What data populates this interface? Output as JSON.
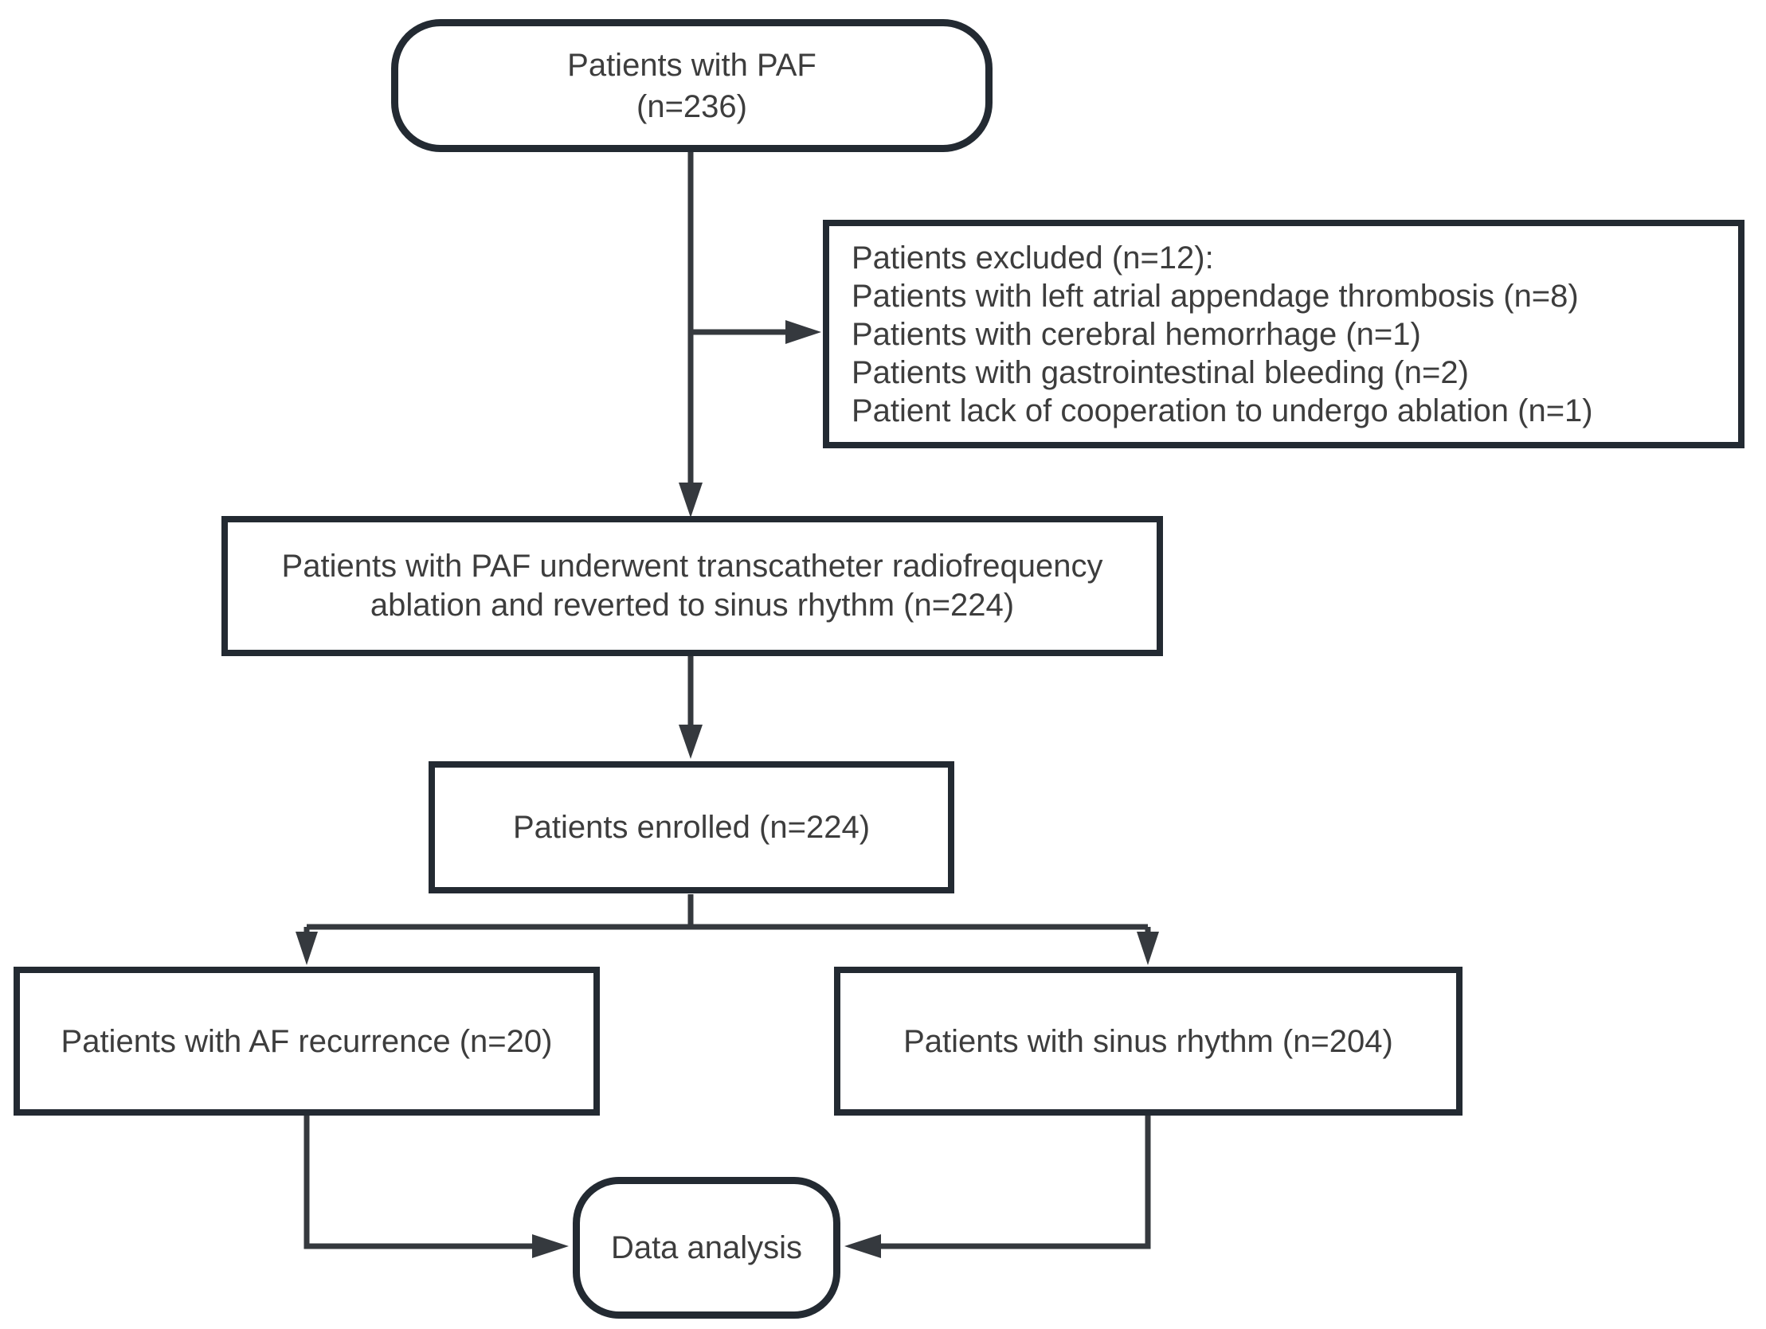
{
  "nodes": {
    "paf": {
      "lines": [
        "Patients with PAF",
        "(n=236)"
      ]
    },
    "excluded": {
      "lines": [
        "Patients excluded (n=12):",
        "Patients with left atrial appendage thrombosis (n=8)",
        "Patients with cerebral hemorrhage (n=1)",
        "Patients with gastrointestinal bleeding (n=2)",
        "Patient lack of cooperation to undergo ablation (n=1)"
      ]
    },
    "ablation": {
      "lines": [
        "Patients with PAF underwent transcatheter radiofrequency",
        "ablation and reverted to sinus rhythm (n=224)"
      ]
    },
    "enrolled": {
      "label": "Patients enrolled (n=224)"
    },
    "af_recurrence": {
      "label": "Patients with AF recurrence (n=20)"
    },
    "sinus_rhythm": {
      "label": "Patients with sinus rhythm (n=204)"
    },
    "data_analysis": {
      "label": "Data analysis"
    }
  },
  "edges": [
    {
      "from": "paf",
      "to": "ablation"
    },
    {
      "from": "paf",
      "to": "excluded"
    },
    {
      "from": "ablation",
      "to": "enrolled"
    },
    {
      "from": "enrolled",
      "to": "af_recurrence"
    },
    {
      "from": "enrolled",
      "to": "sinus_rhythm"
    },
    {
      "from": "af_recurrence",
      "to": "data_analysis"
    },
    {
      "from": "sinus_rhythm",
      "to": "data_analysis"
    }
  ],
  "colors": {
    "box_border": "#232a32",
    "connector": "#35393e",
    "text": "#3d3d3d",
    "background": "#ffffff"
  }
}
